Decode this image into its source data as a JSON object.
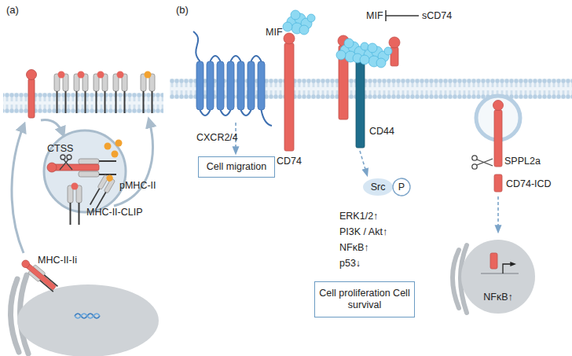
{
  "diagram": {
    "nodes": [
      {
        "text": [
          "Cell migration"
        ]
      },
      {
        "text": [
          "Src"
        ]
      },
      {
        "text": [
          "P"
        ]
      },
      {
        "text": [
          "Cell proliferation Cell survival"
        ]
      },
      {
        "text": [
          "NFκB↑"
        ]
      }
    ],
    "labels": [
      "(a)",
      "(b)",
      "CTSS",
      "pMHC-II",
      "MHC-II-CLIP",
      "MHC-II-Ii",
      "MIF",
      "MIF",
      "sCD74",
      "CXCR2/4",
      "CD74",
      "CD44",
      "ERK1/2↑",
      "PI3K / Akt↑",
      "NFκB↑",
      "p53↓",
      "SPPL2a",
      "CD74-ICD"
    ]
  }
}
